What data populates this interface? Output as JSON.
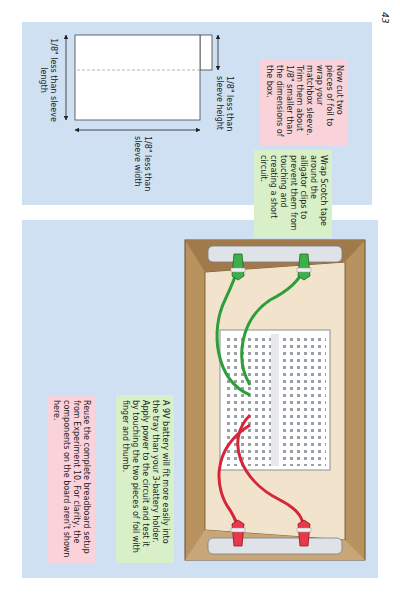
{
  "diagram": {
    "nodes": [
      {
        "text": [
          "Now cut two pieces of foil to wrap your matchbox sleeve. Trim them about 1/8\" smaller than the dimensions of the box."
        ]
      },
      {
        "text": [
          "Wrap Scotch tape around the alligator clips to prevent them from touching and creating a short circuit."
        ]
      },
      {
        "text": [
          "Reuse the complete breadboard setup from Experiment 10. For clarity, the components on the board aren't shown here."
        ]
      },
      {
        "text": [
          "A 9V battery will fit more easily into the tray than your 3-battery holder. Apply power to the circuit and test it by touching the two pieces of foil with finger and thumb."
        ]
      }
    ],
    "labels": [
      "43",
      "1/8\" less than sleeve height",
      "1/8\" less than sleeve width",
      "1/8\" less than sleeve length"
    ]
  }
}
